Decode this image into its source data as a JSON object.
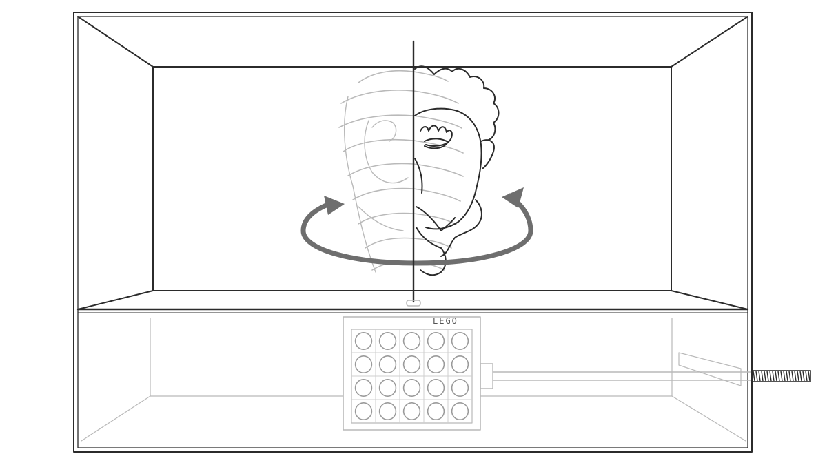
{
  "sketch": {
    "lego_label": "LEGO"
  },
  "colors": {
    "paper": "#ffffff",
    "ink": "#2b2b2b",
    "pencil_light": "#b9b9b9",
    "arrow": "#6e6e6e"
  },
  "icons": {
    "rotation": "curved-arrow-icon"
  },
  "lego_plate": {
    "rows": 4,
    "columns": 5
  }
}
